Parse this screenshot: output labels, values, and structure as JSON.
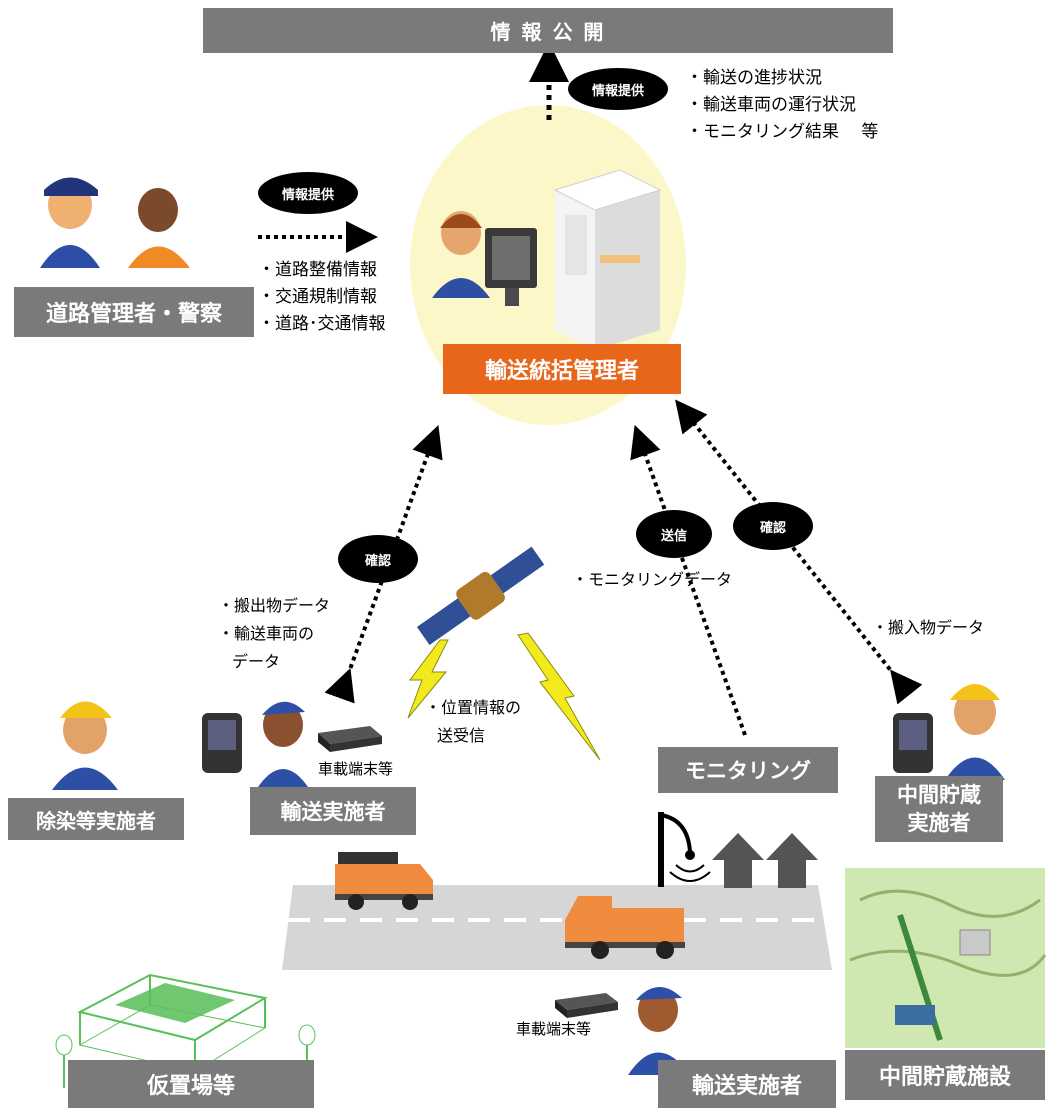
{
  "disclosure": {
    "label": "情 報 公 開"
  },
  "disclosure_provide": {
    "badge": "情報提供",
    "items": [
      "・輸送の進捗状況",
      "・輸送車両の運行状況",
      "・モニタリング結果　 等"
    ]
  },
  "road_police": {
    "label": "道路管理者・警察",
    "badge": "情報提供",
    "items": [
      "・道路整備情報",
      "・交通規制情報",
      "・道路･交通情報"
    ]
  },
  "manager": {
    "label": "輸送統括管理者"
  },
  "confirm_left": {
    "badge": "確認",
    "items": [
      "・搬出物データ",
      "・輸送車両の",
      "データ"
    ]
  },
  "satellite_note": {
    "line1": "・位置情報の",
    "line2": "送受信"
  },
  "monitoring_send": {
    "badge": "送信",
    "item": "・モニタリングデータ"
  },
  "confirm_right": {
    "badge": "確認",
    "item": "・搬入物データ"
  },
  "actors": {
    "decontamination": "除染等実施者",
    "transport_top": "輸送実施者",
    "monitoring": "モニタリング",
    "interim_storage_operator_line1": "中間貯蔵",
    "interim_storage_operator_line2": "実施者",
    "temporary_storage": "仮置場等",
    "transport_bottom": "輸送実施者",
    "interim_storage_facility": "中間貯蔵施設"
  },
  "onboard_top": "車載端末等",
  "onboard_bottom": "車載端末等",
  "colors": {
    "grey_box": "#7a7a7a",
    "orange_box": "#e8661a",
    "manager_circle": "#fbf7c9",
    "truck": "#f08a3c",
    "road": "#d7d7d7"
  }
}
